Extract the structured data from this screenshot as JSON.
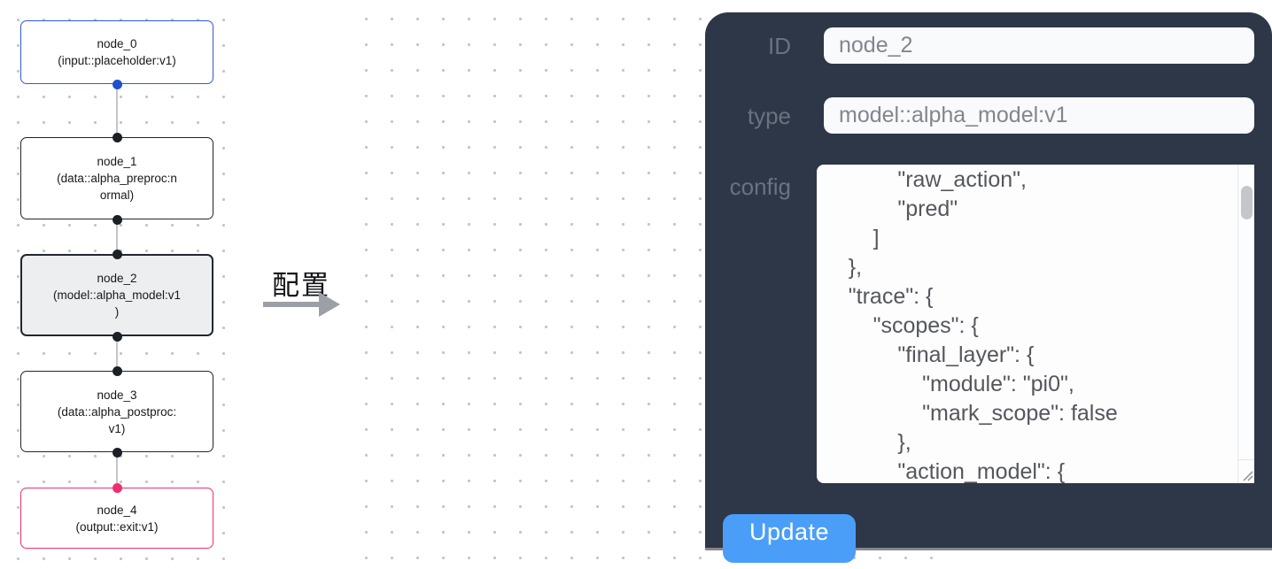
{
  "flow": {
    "nodes": [
      {
        "title": "node_0",
        "subtitle": "(input::placeholder:v1)",
        "state": "input"
      },
      {
        "title": "node_1",
        "subtitle": "(data::alpha_preproc:n\normal)",
        "state": "default"
      },
      {
        "title": "node_2",
        "subtitle": "(model::alpha_model:v1\n)",
        "state": "selected"
      },
      {
        "title": "node_3",
        "subtitle": "(data::alpha_postproc:\nv1)",
        "state": "default"
      },
      {
        "title": "node_4",
        "subtitle": "(output::exit:v1)",
        "state": "output"
      }
    ]
  },
  "transition": {
    "label": "配置"
  },
  "config_panel": {
    "id_label": "ID",
    "id_value": "node_2",
    "type_label": "type",
    "type_value": "model::alpha_model:v1",
    "config_label": "config",
    "config_text": "            \"raw_action\",\n            \"pred\"\n        ]\n    },\n    \"trace\": {\n        \"scopes\": {\n            \"final_layer\": {\n                \"module\": \"pi0\",\n                \"mark_scope\": false\n            },\n            \"action_model\": {",
    "update_button": "Update"
  },
  "colors": {
    "panel_bg": "#2d3748",
    "input_node_border": "#2e5bd0",
    "input_port_blue": "#1f50d0",
    "output_node_border": "#ee2e6f",
    "output_port_pink": "#ee2e6f",
    "default_node_border": "#20252c",
    "selected_node_bg": "#eceef0",
    "update_button_bg": "#4a9ef8",
    "dot_grid": "#c3c5c9"
  }
}
